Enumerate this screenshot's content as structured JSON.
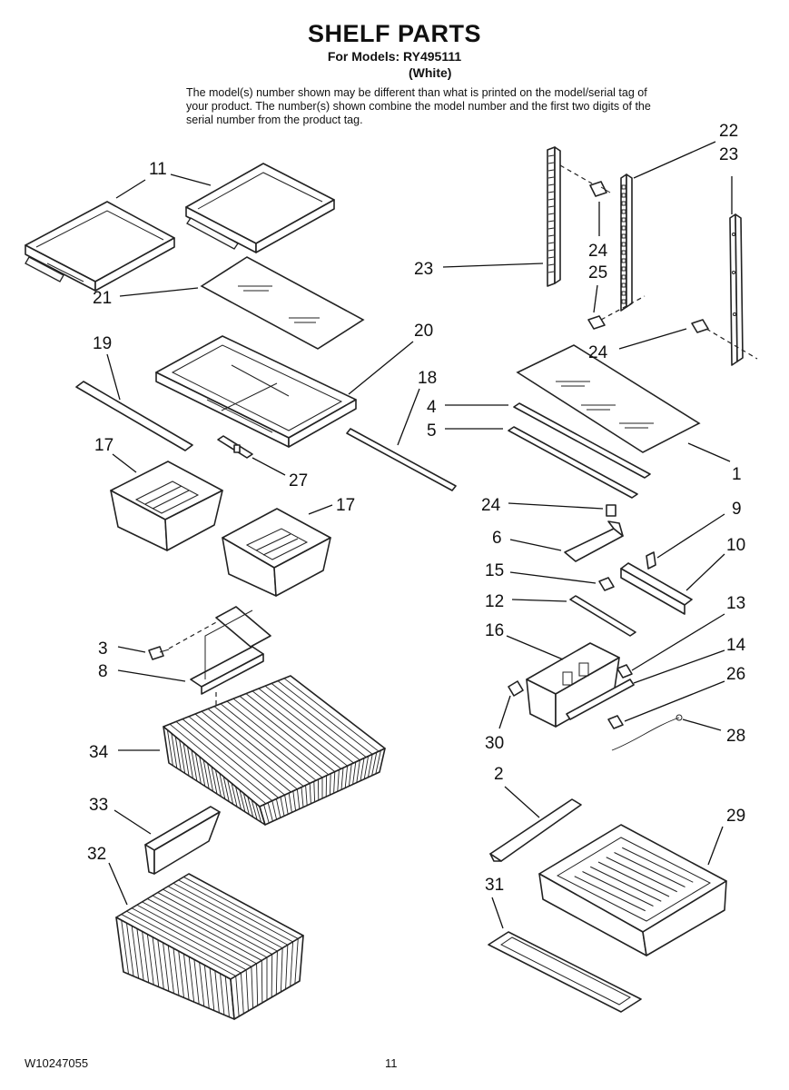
{
  "header": {
    "title": "SHELF PARTS",
    "models_line": "For Models: RY495111",
    "variant": "(White)",
    "note": "The model(s) number shown may be different than what is printed on the model/serial tag of your product. The number(s) shown combine the model number and the first two digits of the serial number from the product tag."
  },
  "footer": {
    "document_code": "W10247055",
    "page_number": "11"
  },
  "callouts": [
    {
      "id": "c11",
      "text": "11"
    },
    {
      "id": "c21",
      "text": "21"
    },
    {
      "id": "c19",
      "text": "19"
    },
    {
      "id": "c20",
      "text": "20"
    },
    {
      "id": "c17a",
      "text": "17"
    },
    {
      "id": "c27",
      "text": "27"
    },
    {
      "id": "c17b",
      "text": "17"
    },
    {
      "id": "c18",
      "text": "18"
    },
    {
      "id": "c3",
      "text": "3"
    },
    {
      "id": "c8",
      "text": "8"
    },
    {
      "id": "c34",
      "text": "34"
    },
    {
      "id": "c33",
      "text": "33"
    },
    {
      "id": "c32",
      "text": "32"
    },
    {
      "id": "c22",
      "text": "22"
    },
    {
      "id": "c23a",
      "text": "23"
    },
    {
      "id": "c23b",
      "text": "23"
    },
    {
      "id": "c24a",
      "text": "24"
    },
    {
      "id": "c25",
      "text": "25"
    },
    {
      "id": "c24b",
      "text": "24"
    },
    {
      "id": "c4",
      "text": "4"
    },
    {
      "id": "c5",
      "text": "5"
    },
    {
      "id": "c1",
      "text": "1"
    },
    {
      "id": "c24c",
      "text": "24"
    },
    {
      "id": "c9",
      "text": "9"
    },
    {
      "id": "c6",
      "text": "6"
    },
    {
      "id": "c10",
      "text": "10"
    },
    {
      "id": "c15",
      "text": "15"
    },
    {
      "id": "c12",
      "text": "12"
    },
    {
      "id": "c13",
      "text": "13"
    },
    {
      "id": "c16",
      "text": "16"
    },
    {
      "id": "c14",
      "text": "14"
    },
    {
      "id": "c26",
      "text": "26"
    },
    {
      "id": "c30",
      "text": "30"
    },
    {
      "id": "c28",
      "text": "28"
    },
    {
      "id": "c2",
      "text": "2"
    },
    {
      "id": "c29",
      "text": "29"
    },
    {
      "id": "c31",
      "text": "31"
    }
  ]
}
